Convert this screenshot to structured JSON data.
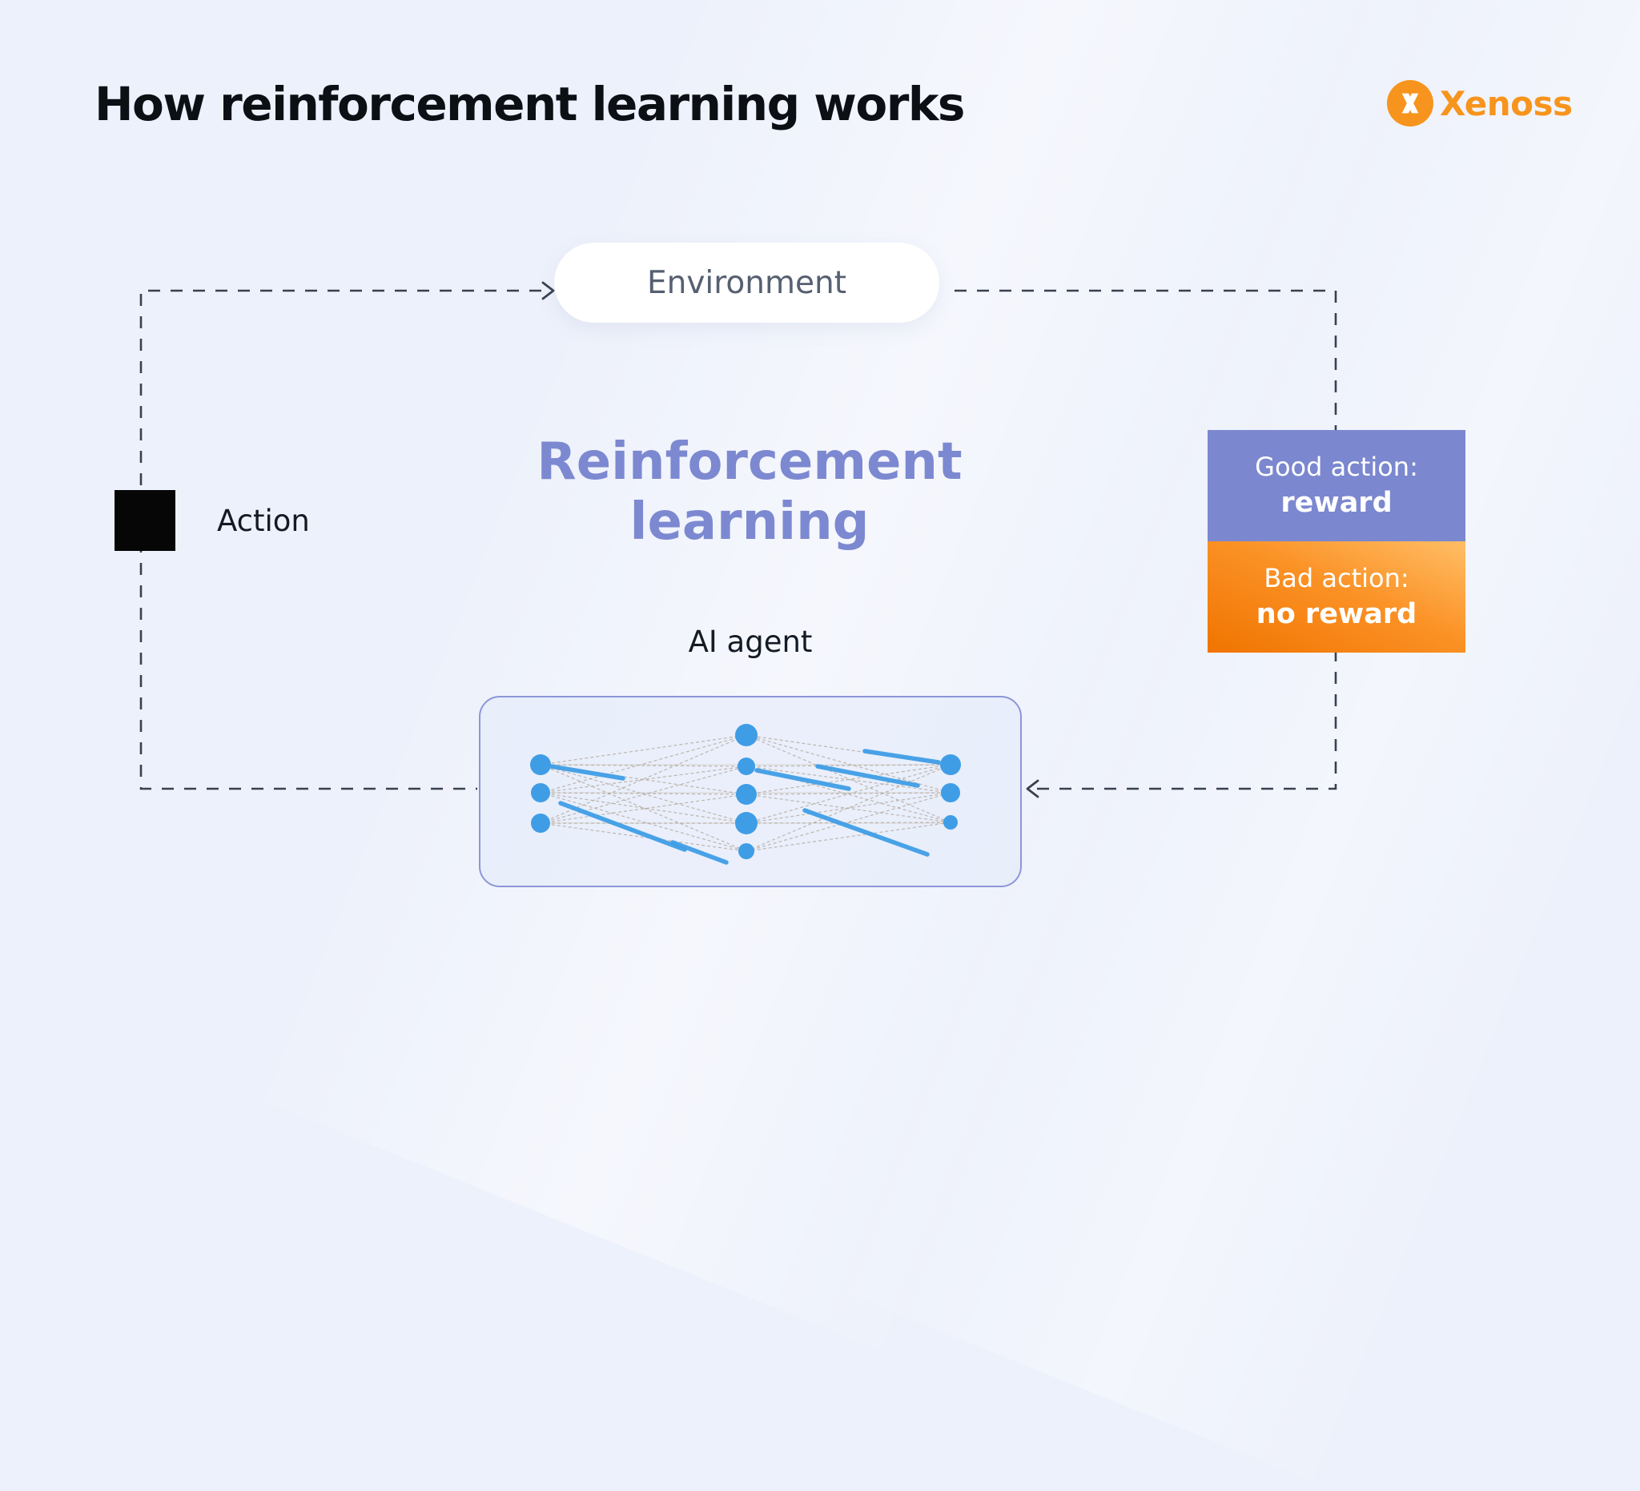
{
  "header": {
    "title": "How reinforcement learning works",
    "brand": "Xenoss",
    "brand_color": "#F7941D"
  },
  "loop": {
    "environment_label": "Environment",
    "action_label": "Action",
    "agent_label": "AI agent"
  },
  "center": {
    "line1": "Reinforcement",
    "line2": "learning",
    "color": "#7C89D1"
  },
  "outcomes": {
    "good": {
      "title": "Good action:",
      "result": "reward",
      "bg": "#7B87CF"
    },
    "bad": {
      "title": "Bad action:",
      "result": "no reward",
      "bg_start": "#F07400",
      "bg_end": "#FFBE66"
    }
  },
  "network": {
    "node_color": "#3F9DE6",
    "edge_color": "#b2a89b",
    "highlight_color": "#3F9DE6"
  }
}
